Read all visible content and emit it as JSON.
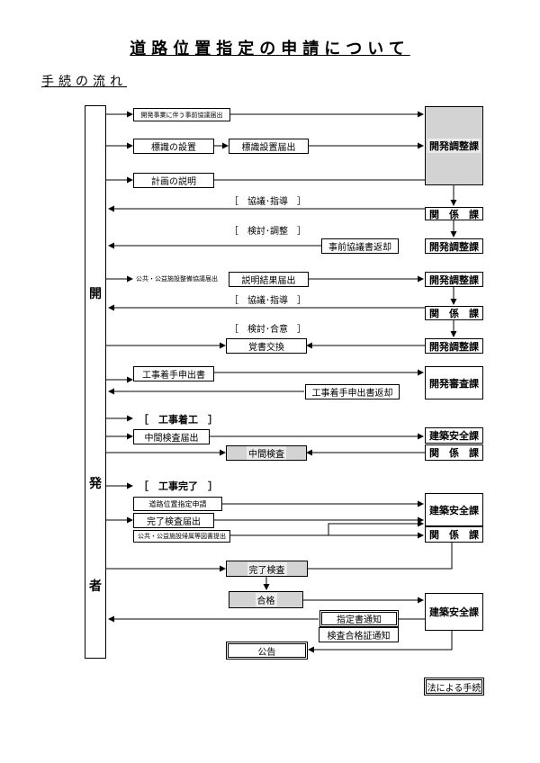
{
  "header": {
    "title": "道路位置指定の申請について",
    "subtitle": "手続の流れ"
  },
  "developer": {
    "c1": "開",
    "c2": "発",
    "c3": "者"
  },
  "boxes": {
    "pre_consult": "開発事業に伴う事前協議届出",
    "sign_install": "標識の設置",
    "sign_report": "標識設置届出",
    "plan_explain": "計画の説明",
    "public_facility_consult": "公共・公益施設整備協議届出",
    "explain_result": "説明結果届出",
    "memorandum": "覚書交換",
    "prior_consult_return": "事前協議書返却",
    "construct_start_doc": "工事着手申出書",
    "construct_start_return": "工事着手申出書返却",
    "mid_inspect_report": "中間検査届出",
    "mid_inspect": "中間検査",
    "road_designation_apply": "道路位置指定申請",
    "final_inspect_report": "完了検査届出",
    "public_facility_docs": "公共・公益施設帰属等図書提出",
    "final_inspect": "完了検査",
    "pass": "合格",
    "designation_notice": "指定書通知",
    "cert_notice": "検査合格証通知",
    "announce": "公告"
  },
  "labels": {
    "consult_guide_1": "［　協議･指導　］",
    "review_adjust": "［　検討･調整　］",
    "consult_guide_2": "［　協議･指導　］",
    "review_agree": "［　検討･合意　］",
    "construction_start": "［　工事着工　］",
    "construction_complete": "［　工事完了　］"
  },
  "departments": {
    "dev_adjust": "開発調整課",
    "related": "関　係　課",
    "dev_review": "開発審査課",
    "building_safety": "建築安全課"
  },
  "footer": {
    "legal": "法による手続"
  }
}
